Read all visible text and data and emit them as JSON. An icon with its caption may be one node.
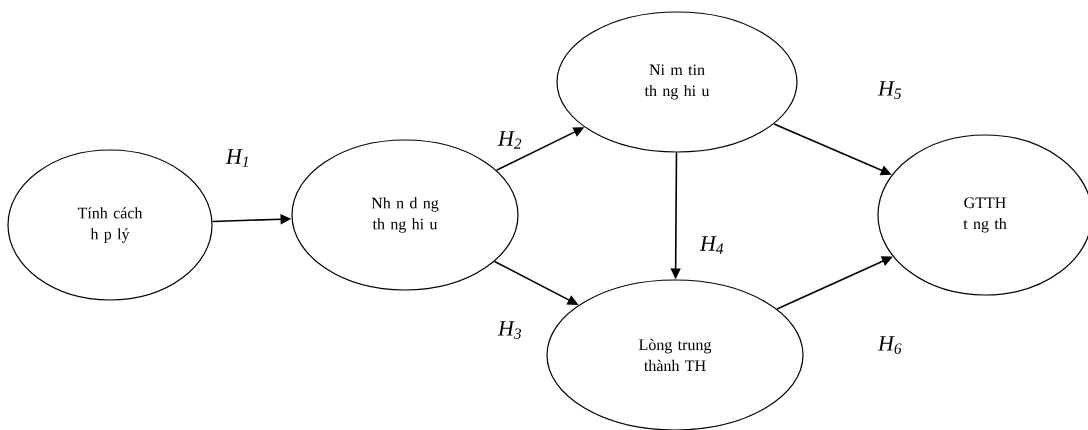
{
  "diagram": {
    "nodes": [
      {
        "text": [
          "Tính cách h p lý"
        ]
      },
      {
        "text": [
          "Nh n d ng th ng hi u"
        ]
      },
      {
        "text": [
          "Ni m tin th ng hi u"
        ]
      },
      {
        "text": [
          "Lòng trung thành TH"
        ]
      },
      {
        "text": [
          "GTTH t ng th"
        ]
      }
    ],
    "edges": [
      {
        "from": 0,
        "to": 1,
        "arrow": "to",
        "label": "H$_{1}$"
      },
      {
        "from": 1,
        "to": 2,
        "arrow": "to",
        "label": "H$_{2}$"
      },
      {
        "from": 1,
        "to": 3,
        "arrow": "to",
        "label": "H$_{3}$"
      },
      {
        "from": 2,
        "to": 3,
        "arrow": "to",
        "label": "H$_{4}$"
      },
      {
        "from": 2,
        "to": 4,
        "arrow": "to",
        "label": "H$_{5}$"
      },
      {
        "from": 3,
        "to": 4,
        "arrow": "to",
        "label": "H$_{6}$"
      }
    ]
  }
}
